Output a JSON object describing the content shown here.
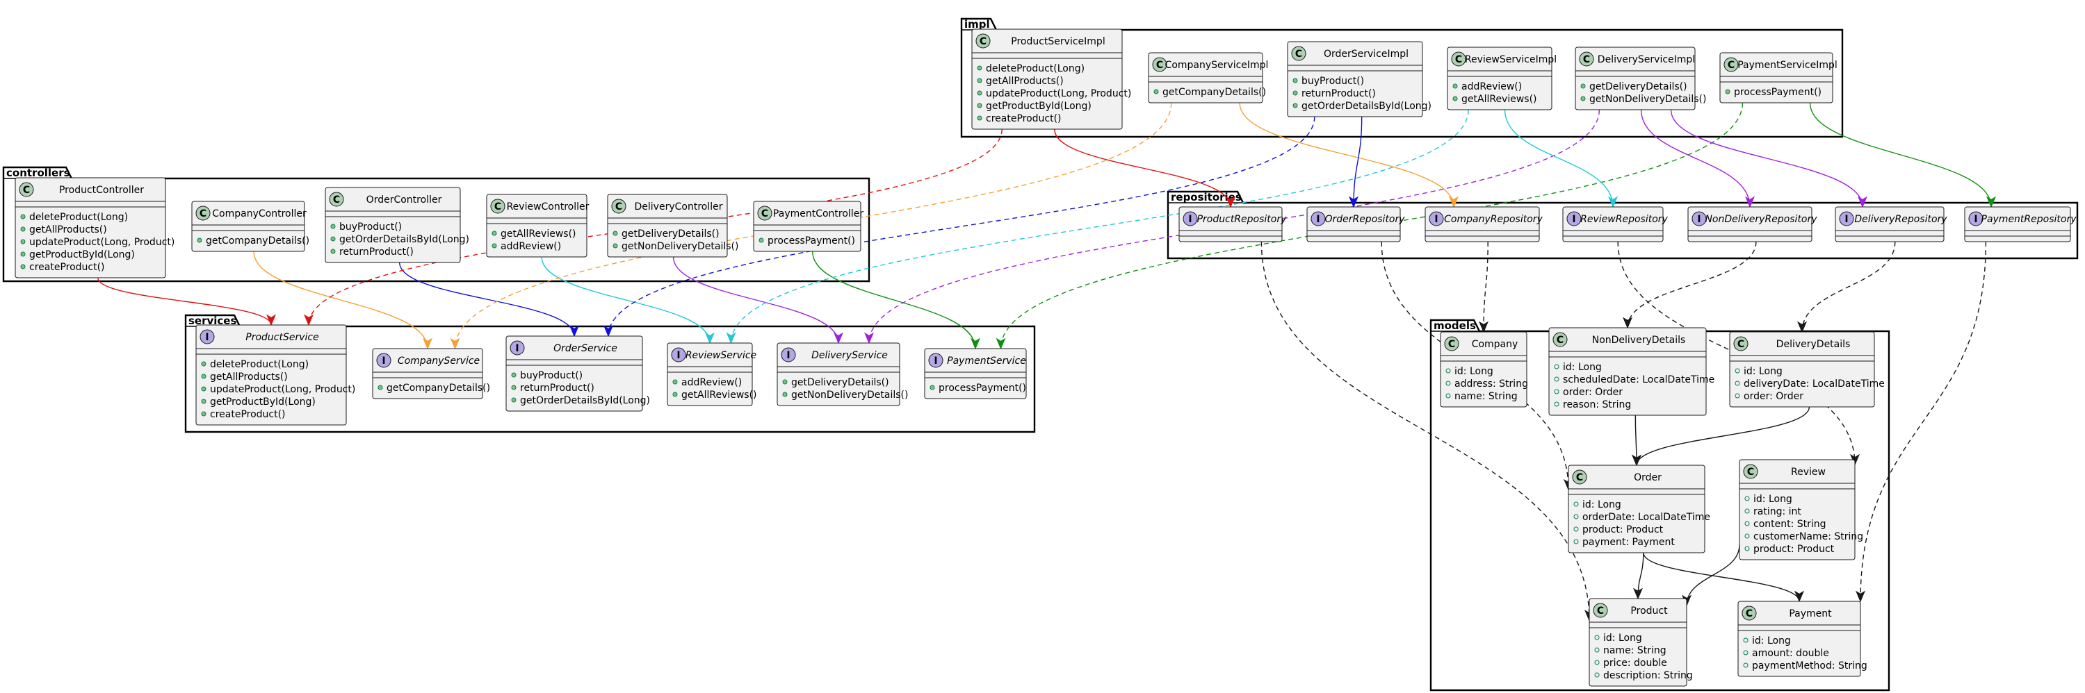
{
  "colors": {
    "black": "#181818",
    "red": "#E01010",
    "orange": "#F5A030",
    "blue": "#1010E0",
    "cyan": "#20C8D8",
    "purple": "#A020E0",
    "green": "#109010"
  },
  "packages": [
    {
      "id": "impl",
      "label": "impl"
    },
    {
      "id": "controllers",
      "label": "controllers"
    },
    {
      "id": "services",
      "label": "services"
    },
    {
      "id": "repositories",
      "label": "repositories"
    },
    {
      "id": "models",
      "label": "models"
    }
  ],
  "classes": [
    {
      "id": "ProductServiceImpl",
      "kind": "class",
      "name": "ProductServiceImpl",
      "members": [
        "deleteProduct(Long)",
        "getAllProducts()",
        "updateProduct(Long, Product)",
        "getProductById(Long)",
        "createProduct()"
      ]
    },
    {
      "id": "CompanyServiceImpl",
      "kind": "class",
      "name": "CompanyServiceImpl",
      "members": [
        "getCompanyDetails()"
      ]
    },
    {
      "id": "OrderServiceImpl",
      "kind": "class",
      "name": "OrderServiceImpl",
      "members": [
        "buyProduct()",
        "returnProduct()",
        "getOrderDetailsById(Long)"
      ]
    },
    {
      "id": "ReviewServiceImpl",
      "kind": "class",
      "name": "ReviewServiceImpl",
      "members": [
        "addReview()",
        "getAllReviews()"
      ]
    },
    {
      "id": "DeliveryServiceImpl",
      "kind": "class",
      "name": "DeliveryServiceImpl",
      "members": [
        "getDeliveryDetails()",
        "getNonDeliveryDetails()"
      ]
    },
    {
      "id": "PaymentServiceImpl",
      "kind": "class",
      "name": "PaymentServiceImpl",
      "members": [
        "processPayment()"
      ]
    },
    {
      "id": "ProductController",
      "kind": "class",
      "name": "ProductController",
      "members": [
        "deleteProduct(Long)",
        "getAllProducts()",
        "updateProduct(Long, Product)",
        "getProductById(Long)",
        "createProduct()"
      ]
    },
    {
      "id": "CompanyController",
      "kind": "class",
      "name": "CompanyController",
      "members": [
        "getCompanyDetails()"
      ]
    },
    {
      "id": "OrderController",
      "kind": "class",
      "name": "OrderController",
      "members": [
        "buyProduct()",
        "getOrderDetailsById(Long)",
        "returnProduct()"
      ]
    },
    {
      "id": "ReviewController",
      "kind": "class",
      "name": "ReviewController",
      "members": [
        "getAllReviews()",
        "addReview()"
      ]
    },
    {
      "id": "DeliveryController",
      "kind": "class",
      "name": "DeliveryController",
      "members": [
        "getDeliveryDetails()",
        "getNonDeliveryDetails()"
      ]
    },
    {
      "id": "PaymentController",
      "kind": "class",
      "name": "PaymentController",
      "members": [
        "processPayment()"
      ]
    },
    {
      "id": "ProductService",
      "kind": "interface",
      "name": "ProductService",
      "members": [
        "deleteProduct(Long)",
        "getAllProducts()",
        "updateProduct(Long, Product)",
        "getProductById(Long)",
        "createProduct()"
      ]
    },
    {
      "id": "CompanyService",
      "kind": "interface",
      "name": "CompanyService",
      "members": [
        "getCompanyDetails()"
      ]
    },
    {
      "id": "OrderService",
      "kind": "interface",
      "name": "OrderService",
      "members": [
        "buyProduct()",
        "returnProduct()",
        "getOrderDetailsById(Long)"
      ]
    },
    {
      "id": "ReviewService",
      "kind": "interface",
      "name": "ReviewService",
      "members": [
        "addReview()",
        "getAllReviews()"
      ]
    },
    {
      "id": "DeliveryService",
      "kind": "interface",
      "name": "DeliveryService",
      "members": [
        "getDeliveryDetails()",
        "getNonDeliveryDetails()"
      ]
    },
    {
      "id": "PaymentService",
      "kind": "interface",
      "name": "PaymentService",
      "members": [
        "processPayment()"
      ]
    },
    {
      "id": "ProductRepository",
      "kind": "interface",
      "name": "ProductRepository",
      "members": []
    },
    {
      "id": "OrderRepository",
      "kind": "interface",
      "name": "OrderRepository",
      "members": []
    },
    {
      "id": "CompanyRepository",
      "kind": "interface",
      "name": "CompanyRepository",
      "members": []
    },
    {
      "id": "ReviewRepository",
      "kind": "interface",
      "name": "ReviewRepository",
      "members": []
    },
    {
      "id": "NonDeliveryRepository",
      "kind": "interface",
      "name": "NonDeliveryRepository",
      "members": []
    },
    {
      "id": "DeliveryRepository",
      "kind": "interface",
      "name": "DeliveryRepository",
      "members": []
    },
    {
      "id": "PaymentRepository",
      "kind": "interface",
      "name": "PaymentRepository",
      "members": []
    },
    {
      "id": "Company",
      "kind": "class",
      "name": "Company",
      "fields": true,
      "members": [
        "id: Long",
        "address: String",
        "name: String"
      ]
    },
    {
      "id": "NonDeliveryDetails",
      "kind": "class",
      "name": "NonDeliveryDetails",
      "fields": true,
      "members": [
        "id: Long",
        "scheduledDate: LocalDateTime",
        "order: Order",
        "reason: String"
      ]
    },
    {
      "id": "DeliveryDetails",
      "kind": "class",
      "name": "DeliveryDetails",
      "fields": true,
      "members": [
        "id: Long",
        "deliveryDate: LocalDateTime",
        "order: Order"
      ]
    },
    {
      "id": "Order",
      "kind": "class",
      "name": "Order",
      "fields": true,
      "members": [
        "id: Long",
        "orderDate: LocalDateTime",
        "product: Product",
        "payment: Payment"
      ]
    },
    {
      "id": "Review",
      "kind": "class",
      "name": "Review",
      "fields": true,
      "members": [
        "id: Long",
        "rating: int",
        "content: String",
        "customerName: String",
        "product: Product"
      ]
    },
    {
      "id": "Product",
      "kind": "class",
      "name": "Product",
      "fields": true,
      "members": [
        "id: Long",
        "name: String",
        "price: double",
        "description: String"
      ]
    },
    {
      "id": "Payment",
      "kind": "class",
      "name": "Payment",
      "fields": true,
      "members": [
        "id: Long",
        "amount: double",
        "paymentMethod: String"
      ]
    }
  ],
  "edges": [
    {
      "from": "ProductController",
      "to": "ProductService",
      "color": "red",
      "style": "solid"
    },
    {
      "from": "CompanyController",
      "to": "CompanyService",
      "color": "orange",
      "style": "solid"
    },
    {
      "from": "OrderController",
      "to": "OrderService",
      "color": "blue",
      "style": "solid"
    },
    {
      "from": "ReviewController",
      "to": "ReviewService",
      "color": "cyan",
      "style": "solid"
    },
    {
      "from": "DeliveryController",
      "to": "DeliveryService",
      "color": "purple",
      "style": "solid"
    },
    {
      "from": "PaymentController",
      "to": "PaymentService",
      "color": "green",
      "style": "solid"
    },
    {
      "from": "ProductServiceImpl",
      "to": "ProductService",
      "color": "red",
      "style": "dashed"
    },
    {
      "from": "CompanyServiceImpl",
      "to": "CompanyService",
      "color": "orange",
      "style": "dashed"
    },
    {
      "from": "OrderServiceImpl",
      "to": "OrderService",
      "color": "blue",
      "style": "dashed"
    },
    {
      "from": "ReviewServiceImpl",
      "to": "ReviewService",
      "color": "cyan",
      "style": "dashed"
    },
    {
      "from": "DeliveryServiceImpl",
      "to": "DeliveryService",
      "color": "purple",
      "style": "dashed"
    },
    {
      "from": "PaymentServiceImpl",
      "to": "PaymentService",
      "color": "green",
      "style": "dashed"
    },
    {
      "from": "ProductServiceImpl",
      "to": "ProductRepository",
      "color": "red",
      "style": "solid"
    },
    {
      "from": "CompanyServiceImpl",
      "to": "CompanyRepository",
      "color": "orange",
      "style": "solid"
    },
    {
      "from": "OrderServiceImpl",
      "to": "OrderRepository",
      "color": "blue",
      "style": "solid"
    },
    {
      "from": "ReviewServiceImpl",
      "to": "ReviewRepository",
      "color": "cyan",
      "style": "solid"
    },
    {
      "from": "DeliveryServiceImpl",
      "to": "NonDeliveryRepository",
      "color": "purple",
      "style": "solid"
    },
    {
      "from": "DeliveryServiceImpl",
      "to": "DeliveryRepository",
      "color": "purple",
      "style": "solid"
    },
    {
      "from": "PaymentServiceImpl",
      "to": "PaymentRepository",
      "color": "green",
      "style": "solid"
    },
    {
      "from": "ProductRepository",
      "to": "Product",
      "color": "black",
      "style": "dashed"
    },
    {
      "from": "OrderRepository",
      "to": "Order",
      "color": "black",
      "style": "dashed"
    },
    {
      "from": "CompanyRepository",
      "to": "Company",
      "color": "black",
      "style": "dashed"
    },
    {
      "from": "ReviewRepository",
      "to": "Review",
      "color": "black",
      "style": "dashed"
    },
    {
      "from": "NonDeliveryRepository",
      "to": "NonDeliveryDetails",
      "color": "black",
      "style": "dashed"
    },
    {
      "from": "DeliveryRepository",
      "to": "DeliveryDetails",
      "color": "black",
      "style": "dashed"
    },
    {
      "from": "PaymentRepository",
      "to": "Payment",
      "color": "black",
      "style": "dashed"
    },
    {
      "from": "NonDeliveryDetails",
      "to": "Order",
      "color": "black",
      "style": "solid"
    },
    {
      "from": "DeliveryDetails",
      "to": "Order",
      "color": "black",
      "style": "solid"
    },
    {
      "from": "Order",
      "to": "Product",
      "color": "black",
      "style": "solid"
    },
    {
      "from": "Order",
      "to": "Payment",
      "color": "black",
      "style": "solid"
    },
    {
      "from": "Review",
      "to": "Product",
      "color": "black",
      "style": "solid"
    }
  ]
}
